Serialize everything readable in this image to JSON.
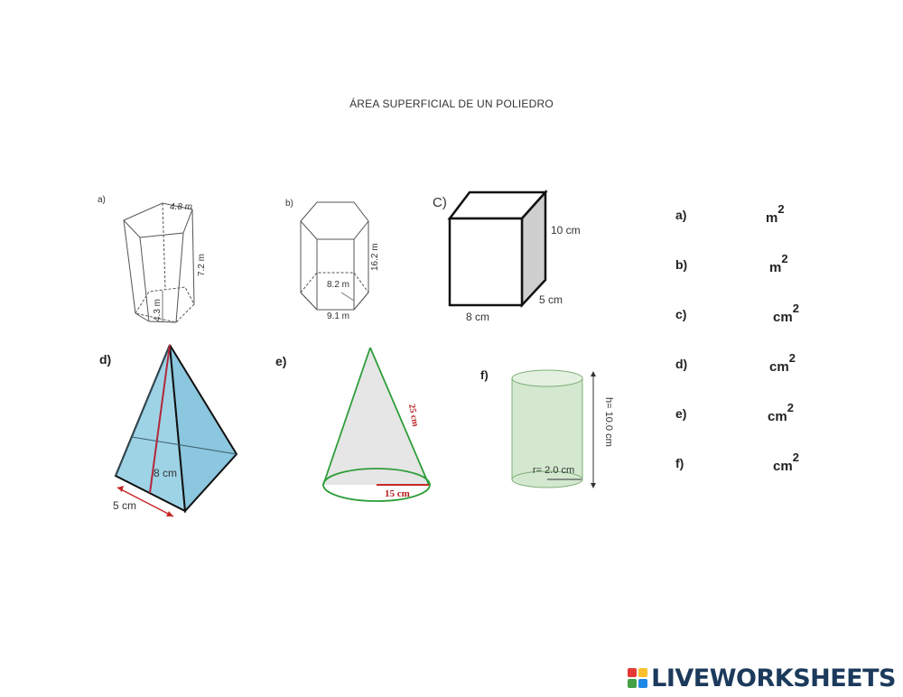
{
  "title": "ÁREA SUPERFICIAL DE UN POLIEDRO",
  "figures": {
    "a": {
      "label": "a)",
      "top_edge": "4.8 m",
      "height": "7.2 m",
      "apothem": "4.3 m"
    },
    "b": {
      "label": "b)",
      "height": "16.2 m",
      "apothem": "8.2 m",
      "base": "9.1 m"
    },
    "c": {
      "label": "C)",
      "height": "10 cm",
      "depth": "5 cm",
      "width": "8 cm"
    },
    "d": {
      "label": "d)",
      "slant": "8 cm",
      "base": "5 cm"
    },
    "e": {
      "label": "e)",
      "slant": "25 cm",
      "radius": "15 cm"
    },
    "f": {
      "label": "f)",
      "height": "h= 10.0 cm",
      "radius": "r= 2.0 cm"
    }
  },
  "answers": [
    {
      "letter": "a)",
      "unit": "m",
      "exp": "2"
    },
    {
      "letter": "b)",
      "unit": "m",
      "exp": "2"
    },
    {
      "letter": "c)",
      "unit": "cm",
      "exp": "2"
    },
    {
      "letter": "d)",
      "unit": "cm",
      "exp": "2"
    },
    {
      "letter": "e)",
      "unit": "cm",
      "exp": "2"
    },
    {
      "letter": "f)",
      "unit": "cm",
      "exp": "2"
    }
  ],
  "logo": {
    "text": "LIVEWORKSHEETS",
    "mark_colors": [
      "#e53935",
      "#fbc02d",
      "#43a047",
      "#1e88e5"
    ]
  }
}
